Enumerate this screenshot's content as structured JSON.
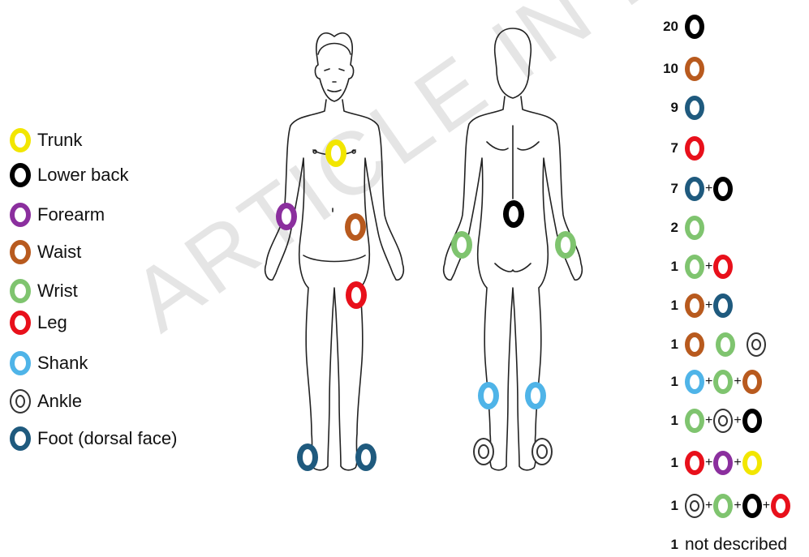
{
  "colors": {
    "trunk": "#f2e600",
    "lower_back": "#000000",
    "forearm": "#8b2f9e",
    "waist": "#b85a1e",
    "wrist": "#7fc46f",
    "leg": "#e8101b",
    "shank": "#4fb4e8",
    "ankle": "#333333",
    "foot": "#1f5a7e"
  },
  "legend": [
    {
      "key": "trunk",
      "label": "Trunk",
      "icon": "ring-icon"
    },
    {
      "key": "lower_back",
      "label": "Lower back",
      "icon": "ring-icon"
    },
    {
      "key": "forearm",
      "label": "Forearm",
      "icon": "ring-icon"
    },
    {
      "key": "waist",
      "label": "Waist",
      "icon": "ring-icon"
    },
    {
      "key": "wrist",
      "label": "Wrist",
      "icon": "ring-icon"
    },
    {
      "key": "leg",
      "label": "Leg",
      "icon": "ring-icon"
    },
    {
      "key": "shank",
      "label": "Shank",
      "icon": "ring-icon"
    },
    {
      "key": "ankle",
      "label": "Ankle",
      "icon": "double-ring-icon"
    },
    {
      "key": "foot",
      "label": "Foot (dorsal face)",
      "icon": "ring-icon"
    }
  ],
  "counts": [
    {
      "count": "20",
      "sites": [
        "lower_back"
      ],
      "combined": true
    },
    {
      "count": "10",
      "sites": [
        "waist"
      ],
      "combined": true
    },
    {
      "count": "9",
      "sites": [
        "foot"
      ],
      "combined": true
    },
    {
      "count": "7",
      "sites": [
        "leg"
      ],
      "combined": true
    },
    {
      "count": "7",
      "sites": [
        "foot",
        "lower_back"
      ],
      "combined": true
    },
    {
      "count": "2",
      "sites": [
        "wrist"
      ],
      "combined": true
    },
    {
      "count": "1",
      "sites": [
        "wrist",
        "leg"
      ],
      "combined": true
    },
    {
      "count": "1",
      "sites": [
        "waist",
        "foot"
      ],
      "combined": true
    },
    {
      "count": "1",
      "sites": [
        "waist",
        "wrist",
        "ankle"
      ],
      "combined": false
    },
    {
      "count": "1",
      "sites": [
        "shank",
        "wrist",
        "waist"
      ],
      "combined": true
    },
    {
      "count": "1",
      "sites": [
        "wrist",
        "ankle",
        "lower_back"
      ],
      "combined": true
    },
    {
      "count": "1",
      "sites": [
        "leg",
        "forearm",
        "trunk"
      ],
      "combined": true
    },
    {
      "count": "1",
      "sites": [
        "ankle",
        "wrist",
        "lower_back",
        "leg"
      ],
      "combined": true
    },
    {
      "count": "1",
      "sites": [],
      "combined": true,
      "text": "not described"
    }
  ],
  "plus_sign": "+",
  "watermark": "ARTICLE IN PRESS"
}
